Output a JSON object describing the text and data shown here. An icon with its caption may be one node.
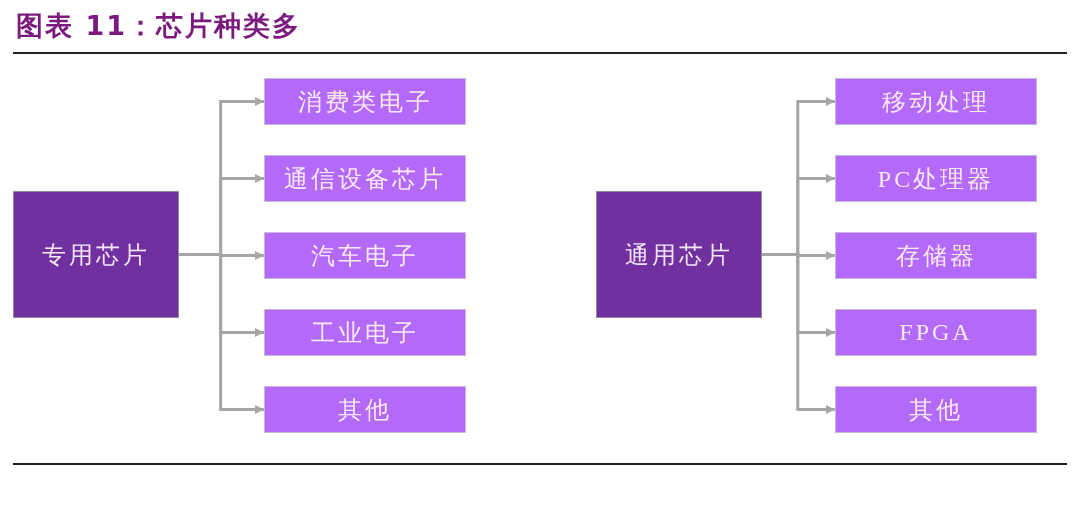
{
  "diagram": {
    "title": "图表 11：芯片种类多",
    "nodes": [
      {
        "text": [
          "专用芯片"
        ]
      },
      {
        "text": [
          "消费类电子"
        ]
      },
      {
        "text": [
          "通信设备芯片"
        ]
      },
      {
        "text": [
          "汽车电子"
        ]
      },
      {
        "text": [
          "工业电子"
        ]
      },
      {
        "text": [
          "其他"
        ]
      },
      {
        "text": [
          "通用芯片"
        ]
      },
      {
        "text": [
          "移动处理"
        ]
      },
      {
        "text": [
          "PC处理器"
        ]
      },
      {
        "text": [
          "存储器"
        ]
      },
      {
        "text": [
          "FPGA"
        ]
      },
      {
        "text": [
          "其他"
        ]
      }
    ],
    "edges": [
      {
        "from": 0,
        "to": 1,
        "arrow": "to"
      },
      {
        "from": 0,
        "to": 2,
        "arrow": "to"
      },
      {
        "from": 0,
        "to": 3,
        "arrow": "to"
      },
      {
        "from": 0,
        "to": 4,
        "arrow": "to"
      },
      {
        "from": 0,
        "to": 5,
        "arrow": "to"
      },
      {
        "from": 6,
        "to": 7,
        "arrow": "to"
      },
      {
        "from": 6,
        "to": 8,
        "arrow": "to"
      },
      {
        "from": 6,
        "to": 9,
        "arrow": "to"
      },
      {
        "from": 6,
        "to": 10,
        "arrow": "to"
      },
      {
        "from": 6,
        "to": 11,
        "arrow": "to"
      }
    ]
  }
}
